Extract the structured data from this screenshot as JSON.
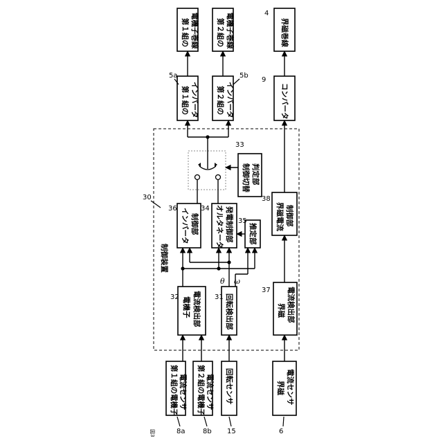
{
  "figure_label": "図3",
  "device": {
    "label": "制御装置",
    "ref": "30"
  },
  "sensors": {
    "first_winding_sensor": {
      "line1": "第１組の電機子",
      "line2": "電流センサ",
      "ref": "8a"
    },
    "second_winding_sensor": {
      "line1": "第２組の電機子",
      "line2": "電流センサ",
      "ref": "8b"
    },
    "rotation_sensor": {
      "label": "回転センサ",
      "ref": "15"
    },
    "field_sensor": {
      "line1": "界磁",
      "line2": "電流センサ",
      "ref": "6"
    }
  },
  "blocks": {
    "armature_detector": {
      "line1": "電機子",
      "line2": "電流検出部",
      "ref": "32"
    },
    "rotation_detector": {
      "label": "回転検出部",
      "ref": "31"
    },
    "field_detector": {
      "line1": "界磁",
      "line2": "電流検出部",
      "ref": "37"
    },
    "inverter_controller": {
      "line1": "インバータ",
      "line2": "制御部",
      "ref": "36"
    },
    "alternator_controller": {
      "line1": "オルタネータ",
      "line2": "発電制御部",
      "ref": "34"
    },
    "estimator": {
      "label": "推定部",
      "ref": "35"
    },
    "field_controller": {
      "line1": "界磁電流",
      "line2": "制御部",
      "ref": "38"
    },
    "switch_judge": {
      "line1": "制御切替",
      "line2": "判定部",
      "ref": "33"
    }
  },
  "outputs": {
    "inverter_a": {
      "line1": "第１組の",
      "line2": "インバータ",
      "ref": "5a"
    },
    "inverter_b": {
      "line1": "第２組の",
      "line2": "インバータ",
      "ref": "5b"
    },
    "converter": {
      "label": "コンバータ",
      "ref": "9"
    },
    "winding_a": {
      "line1": "第１組の",
      "line2": "電機子巻線"
    },
    "winding_b": {
      "line1": "第２組の",
      "line2": "電機子巻線"
    },
    "field_winding": {
      "label": "界磁巻線",
      "ref": "4"
    }
  },
  "signals": {
    "theta": "θ",
    "omega": "ω"
  }
}
